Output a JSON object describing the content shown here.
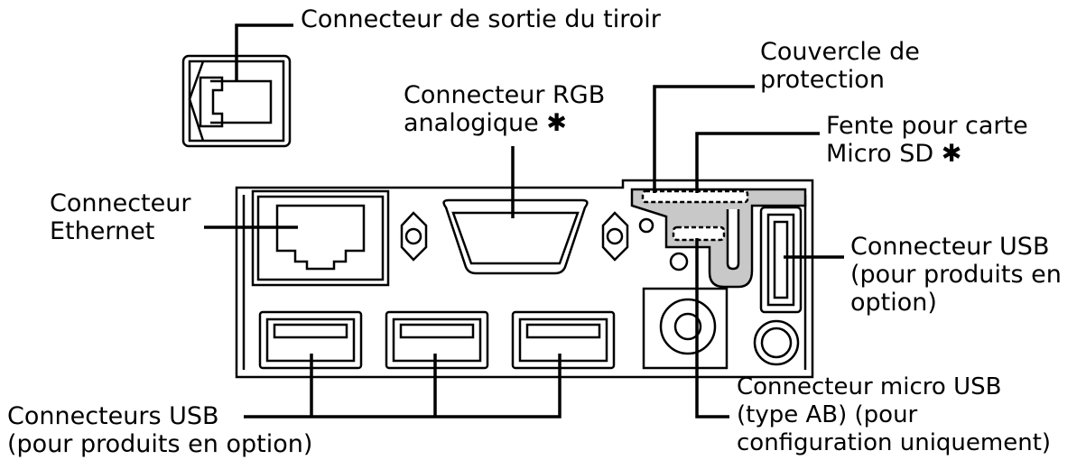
{
  "labels": {
    "drawer": [
      "Connecteur de sortie du tiroir"
    ],
    "cover": [
      "Couvercle de",
      "protection"
    ],
    "rgb": [
      "Connecteur RGB",
      "analogique ✱"
    ],
    "sd": [
      "Fente pour carte",
      "Micro SD ✱"
    ],
    "ethernet": [
      "Connecteur",
      "Ethernet"
    ],
    "usb_side": [
      "Connecteur USB",
      "(pour produits en",
      "option)"
    ],
    "usb_bottom": [
      "Connecteurs USB",
      "(pour produits en option)"
    ],
    "micro_usb": [
      "Connecteur micro USB",
      "(type AB) (pour",
      "configuration uniquement)"
    ]
  },
  "colors": {
    "line": "#000000",
    "cover_fill": "#c8c8c8"
  }
}
